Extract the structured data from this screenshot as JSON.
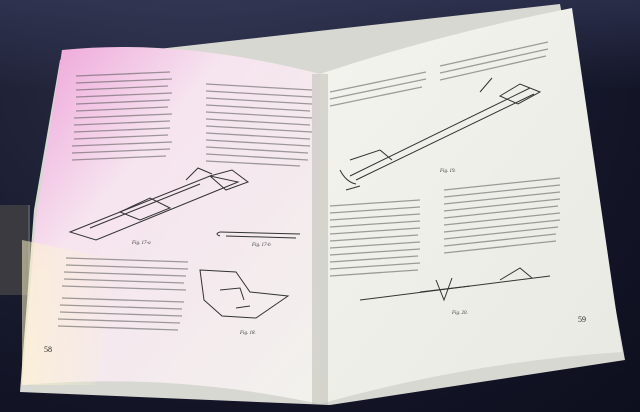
{
  "book": {
    "left_page": {
      "page_number": "58",
      "fig_caption_a": "Fig. 17-a",
      "fig_caption_b": "Fig. 17-b",
      "fig_caption_c": "Fig. 18."
    },
    "right_page": {
      "page_number": "59",
      "fig_caption_a": "Fig. 19.",
      "fig_caption_b": "Fig. 20."
    }
  },
  "colors": {
    "background": "#15172a",
    "page": "#f4f3ee",
    "left_page_tint": "#f3c9e6",
    "ink": "#2b2b2b"
  }
}
